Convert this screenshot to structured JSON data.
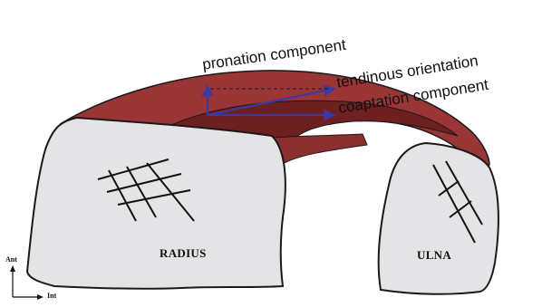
{
  "labels": {
    "pronation": "pronation component",
    "tendinous": "tendinous orientation",
    "coaptation": "coaptation component"
  },
  "bones": {
    "radius": "RADIUS",
    "ulna": "ULNA"
  },
  "axes": {
    "anterior": "Ant",
    "internal": "Int"
  },
  "colors": {
    "muscle": "#9a3535",
    "muscle_dark": "#6e1f1f",
    "bone": "#e4e4e6",
    "arrow": "#3a3aa0"
  }
}
